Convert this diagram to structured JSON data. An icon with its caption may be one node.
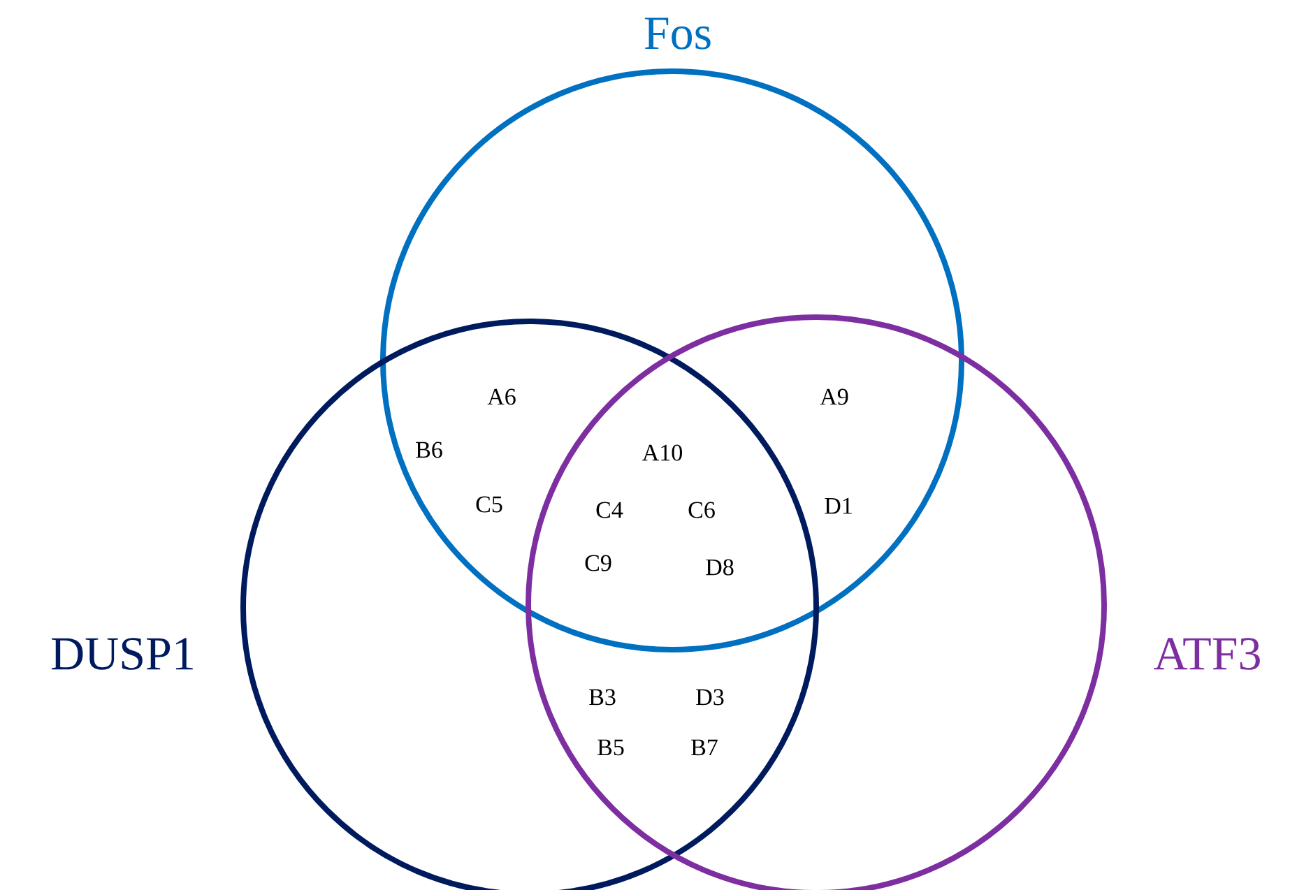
{
  "diagram": {
    "nodes": [
      {
        "text": [
          "Fos"
        ]
      },
      {
        "text": [
          "DUSP1"
        ]
      },
      {
        "text": [
          "ATF3"
        ]
      }
    ],
    "labels": [
      "A6",
      "A9",
      "B6",
      "A10",
      "C5",
      "C4",
      "C6",
      "D1",
      "C9",
      "D8",
      "B3",
      "D3",
      "B5",
      "B7"
    ]
  }
}
